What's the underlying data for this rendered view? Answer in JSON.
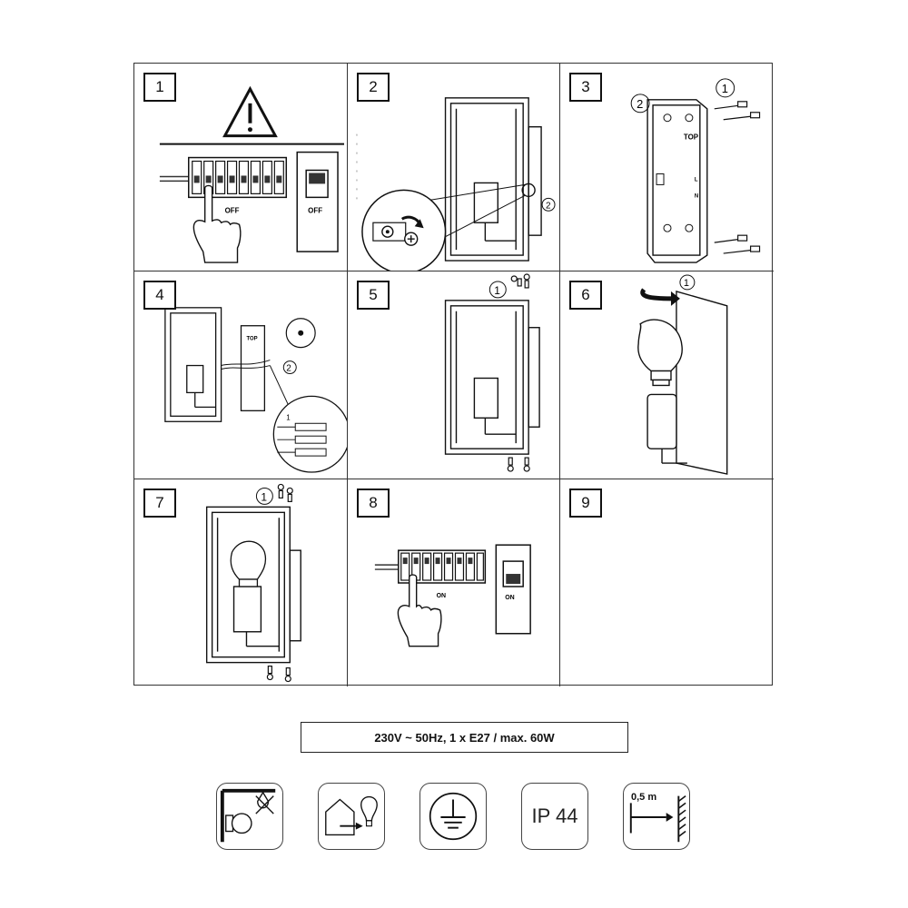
{
  "steps": [
    {
      "number": "1",
      "labels": {
        "breaker": "OFF",
        "switch": "OFF"
      }
    },
    {
      "number": "2",
      "labels": {
        "callout": "2"
      }
    },
    {
      "number": "3",
      "labels": {
        "callout_1": "1",
        "callout_2": "2",
        "top": "TOP",
        "l": "L",
        "n": "N"
      }
    },
    {
      "number": "4",
      "labels": {
        "top": "TOP",
        "callout_1": "1",
        "callout_2": "2"
      }
    },
    {
      "number": "5",
      "labels": {
        "callout_1": "1"
      }
    },
    {
      "number": "6",
      "labels": {
        "callout_1": "1"
      }
    },
    {
      "number": "7",
      "labels": {
        "callout_1": "1"
      }
    },
    {
      "number": "8",
      "labels": {
        "breaker": "ON",
        "switch": "ON"
      }
    },
    {
      "number": "9",
      "labels": {}
    }
  ],
  "specification": "230V ~ 50Hz, 1 x E27 / max. 60W",
  "icons": [
    {
      "name": "wall-mount-icon"
    },
    {
      "name": "outdoor-lamp-icon"
    },
    {
      "name": "earth-ground-icon"
    },
    {
      "name": "ip-rating-icon",
      "text": "IP 44"
    },
    {
      "name": "min-distance-icon",
      "text": "0,5 m"
    }
  ]
}
